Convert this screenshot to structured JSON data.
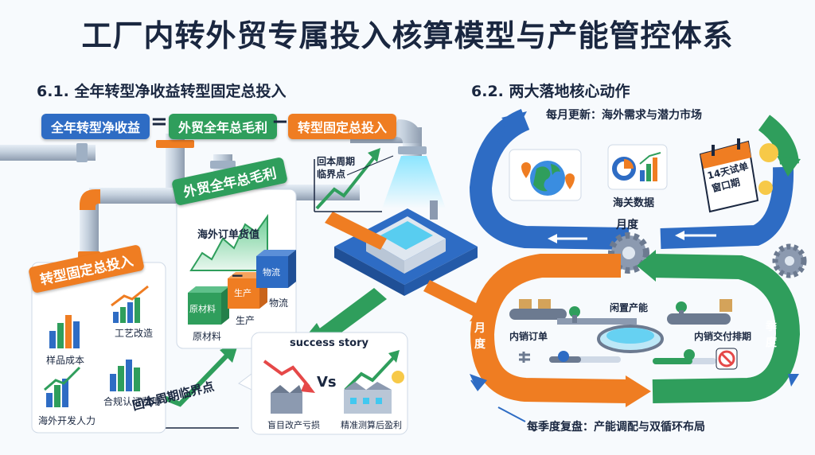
{
  "title": "工厂内转外贸专属投入核算模型与产能管控体系",
  "section_left": "6.1. 全年转型净收益转型固定总投入",
  "section_right": "6.2. 两大落地核心动作",
  "formula": {
    "term1": "全年转型净收益",
    "eq": "=",
    "term2": "外贸全年总毛利",
    "minus": "−",
    "term3": "转型固定总投入"
  },
  "gross_profit": {
    "banner": "外贸全年总毛利",
    "order_value": "海外订单货值",
    "minus": "−",
    "raw_material": "原材料",
    "production": "生产",
    "logistics": "物流",
    "raw_material_label": "原材料",
    "production_label": "生产",
    "logistics_label": "物流"
  },
  "fixed_investment": {
    "banner": "转型固定总投入",
    "sample_cost": "样品成本",
    "process_upgrade": "工艺改造",
    "overseas_staff": "海外开发人力",
    "compliance_cost": "合规认证费用"
  },
  "payback": {
    "top_label_line1": "回本周期",
    "top_label_line2": "临界点",
    "bottom_label": "回本周期临界点"
  },
  "success_story": {
    "title": "success story",
    "vs": "Vs",
    "left_caption": "盲目改产亏损",
    "right_caption": "精准测算后盈利"
  },
  "monthly": {
    "header": "每月更新：海外需求与潜力市场",
    "customs_data": "海关数据",
    "trial_line1": "14天试单",
    "trial_line2": "窗口期",
    "label": "月度"
  },
  "quarterly": {
    "label_left": "月度",
    "label_right": "季度",
    "idle_capacity": "闲置产能",
    "domestic_orders": "内销订单",
    "domestic_schedule": "内销交付排期",
    "footer": "每季度复盘：产能调配与双循环布局"
  },
  "colors": {
    "blue": "#2e6cc4",
    "green": "#2f9e5c",
    "orange": "#ef7d22",
    "dark": "#1a2740"
  },
  "icons": [
    "bar-chart-icon",
    "trend-chart-icon",
    "globe-icon",
    "map-pin-icon",
    "calendar-icon",
    "gear-icon",
    "factory-icon",
    "conveyor-icon",
    "valve-icon",
    "no-entry-icon",
    "emoji-icon"
  ]
}
